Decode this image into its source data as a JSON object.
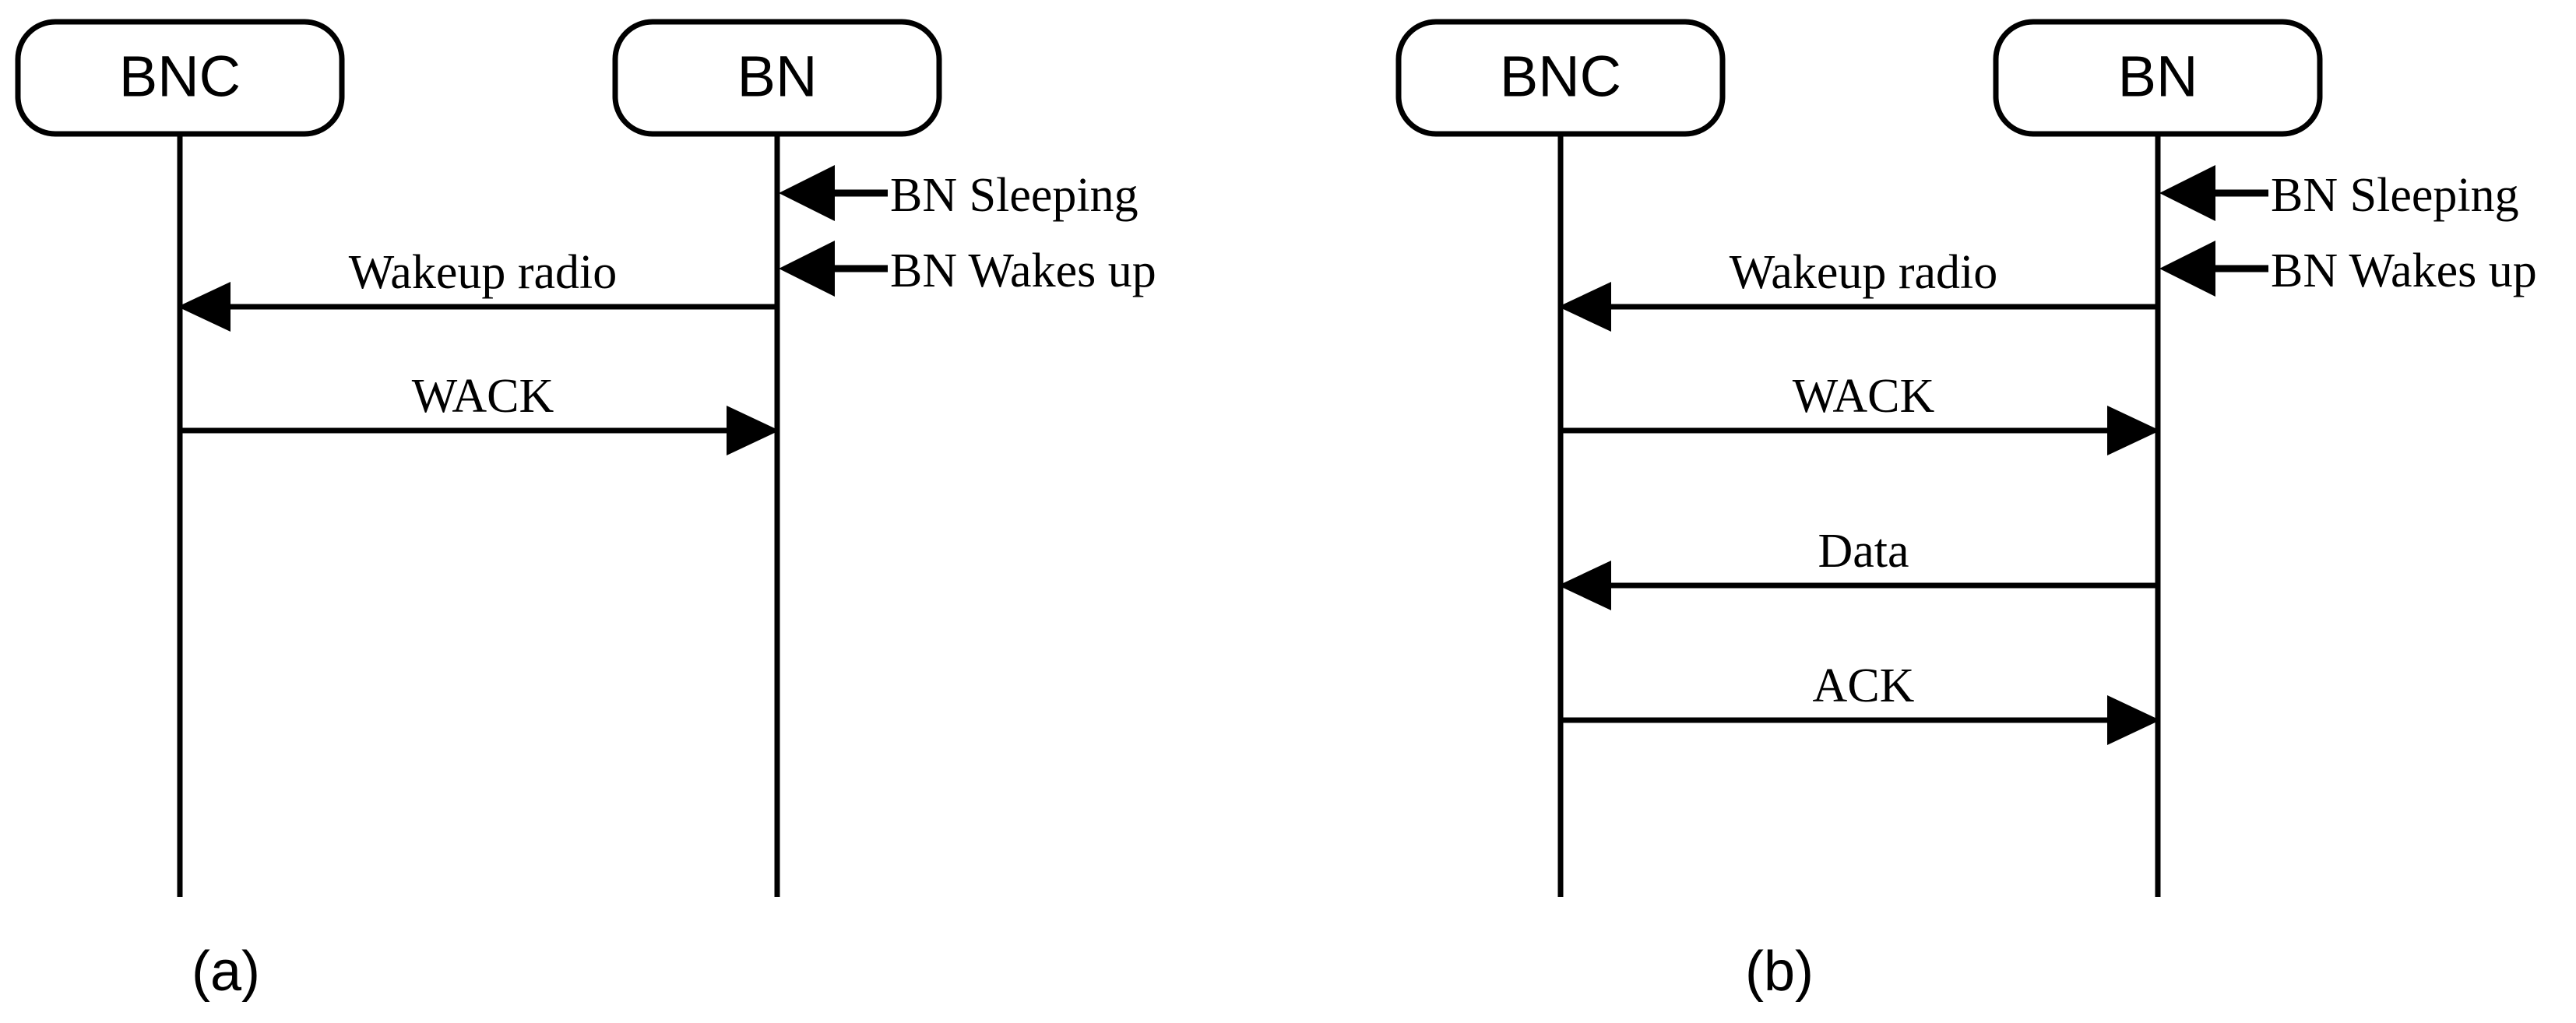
{
  "figure": {
    "background_color": "#ffffff",
    "stroke_color": "#000000",
    "panels": [
      {
        "id": "panel-a",
        "caption": "(a)",
        "actors": [
          {
            "id": "bnc",
            "label": "BNC"
          },
          {
            "id": "bn",
            "label": "BN"
          }
        ],
        "notes": [
          {
            "id": "bn-sleeping",
            "label": "BN Sleeping",
            "target": "bn",
            "direction": "left"
          },
          {
            "id": "bn-wakes-up",
            "label": "BN Wakes up",
            "target": "bn",
            "direction": "left"
          }
        ],
        "messages": [
          {
            "id": "wakeup-radio",
            "label": "Wakeup radio",
            "from": "bn",
            "to": "bnc",
            "direction": "right-to-left"
          },
          {
            "id": "wack",
            "label": "WACK",
            "from": "bnc",
            "to": "bn",
            "direction": "left-to-right"
          }
        ]
      },
      {
        "id": "panel-b",
        "caption": "(b)",
        "actors": [
          {
            "id": "bnc",
            "label": "BNC"
          },
          {
            "id": "bn",
            "label": "BN"
          }
        ],
        "notes": [
          {
            "id": "bn-sleeping",
            "label": "BN Sleeping",
            "target": "bn",
            "direction": "left"
          },
          {
            "id": "bn-wakes-up",
            "label": "BN Wakes up",
            "target": "bn",
            "direction": "left"
          }
        ],
        "messages": [
          {
            "id": "wakeup-radio",
            "label": "Wakeup radio",
            "from": "bn",
            "to": "bnc",
            "direction": "right-to-left"
          },
          {
            "id": "wack",
            "label": "WACK",
            "from": "bnc",
            "to": "bn",
            "direction": "left-to-right"
          },
          {
            "id": "data",
            "label": "Data",
            "from": "bn",
            "to": "bnc",
            "direction": "right-to-left"
          },
          {
            "id": "ack",
            "label": "ACK",
            "from": "bnc",
            "to": "bn",
            "direction": "left-to-right"
          }
        ]
      }
    ]
  },
  "labels": {
    "panel_a": {
      "actor_bnc": "BNC",
      "actor_bn": "BN",
      "note_sleeping": "BN Sleeping",
      "note_wakes": "BN Wakes up",
      "msg_wakeup": "Wakeup radio",
      "msg_wack": "WACK",
      "caption": "(a)"
    },
    "panel_b": {
      "actor_bnc": "BNC",
      "actor_bn": "BN",
      "note_sleeping": "BN Sleeping",
      "note_wakes": "BN Wakes up",
      "msg_wakeup": "Wakeup radio",
      "msg_wack": "WACK",
      "msg_data": "Data",
      "msg_ack": "ACK",
      "caption": "(b)"
    }
  }
}
